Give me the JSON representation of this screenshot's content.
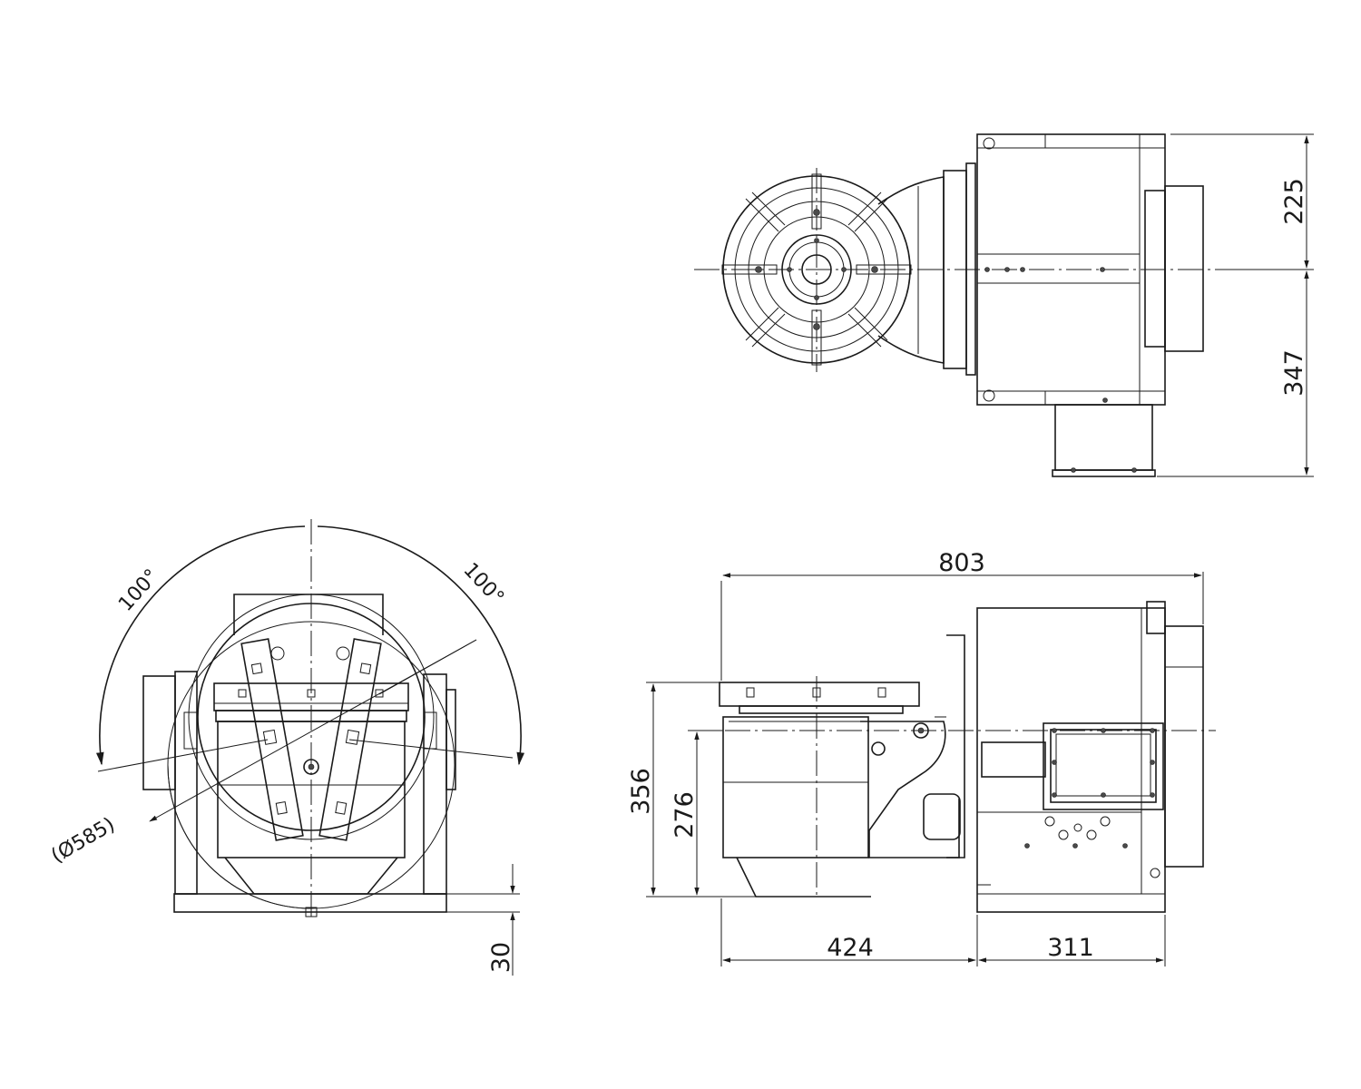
{
  "drawing": {
    "views": [
      "top-view",
      "front-view",
      "side-view"
    ],
    "dimensions": {
      "width_overall": "803",
      "length_table": "424",
      "length_body": "311",
      "top_upper": "225",
      "top_lower": "347",
      "height_total": "356",
      "height_center": "276",
      "swing_diameter": "(Ø585)",
      "base_offset": "30",
      "tilt_left": "100°",
      "tilt_right": "100°"
    },
    "line_color": "#1a1a1a",
    "background": "#ffffff"
  }
}
